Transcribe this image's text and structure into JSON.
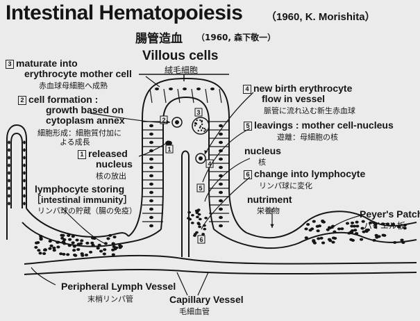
{
  "title": "Intestinal Hematopoiesis",
  "title_meta": "（1960, K. Morishita）",
  "subtitle_jp": "腸管造血",
  "subtitle_meta_jp": "（1960, 森下敬一）",
  "diagram_heading": "Villous cells",
  "diagram_heading_jp": "絨毛細胞",
  "stages": [
    {
      "num": "1",
      "en": [
        "released",
        "nucleus"
      ],
      "jp": [
        "核の放出"
      ]
    },
    {
      "num": "2",
      "en": [
        "cell formation :",
        "growth based on",
        "cytoplasm annex"
      ],
      "jp": [
        "細胞形成：細胞質付加に",
        "よる成長"
      ]
    },
    {
      "num": "3",
      "en": [
        "maturate into",
        "erythrocyte mother cell"
      ],
      "jp": [
        "赤血球母細胞へ成熟"
      ]
    },
    {
      "num": "4",
      "en": [
        "new birth erythrocyte",
        "flow in vessel"
      ],
      "jp": [
        "脈管に流れ込む新生赤血球"
      ]
    },
    {
      "num": "5",
      "en": [
        "leavings : mother cell-nucleus"
      ],
      "jp": [
        "遊離：母細胞の核"
      ]
    },
    {
      "num": "6",
      "en": [
        "change into lymphocyte"
      ],
      "jp": [
        "リンパ球に変化"
      ]
    }
  ],
  "labels": {
    "nucleus": "nucleus",
    "nucleus_jp": "核",
    "nutriment": "nutriment",
    "nutriment_jp": "栄養物",
    "lymphocyte_storing": "lymphocyte storing",
    "intestinal_immunity": "［intestinal immunity］",
    "lymphocyte_storing_jp": "リンパ球の貯蔵（腸の免疫）",
    "peyers_patch": "Peyer's Patch",
    "peyers_patch_jp": "パイエル板",
    "peripheral_lymph_vessel": "Peripheral Lymph Vessel",
    "peripheral_lymph_vessel_jp": "末梢リンパ管",
    "capillary_vessel": "Capillary Vessel",
    "capillary_vessel_jp": "毛細血管"
  }
}
